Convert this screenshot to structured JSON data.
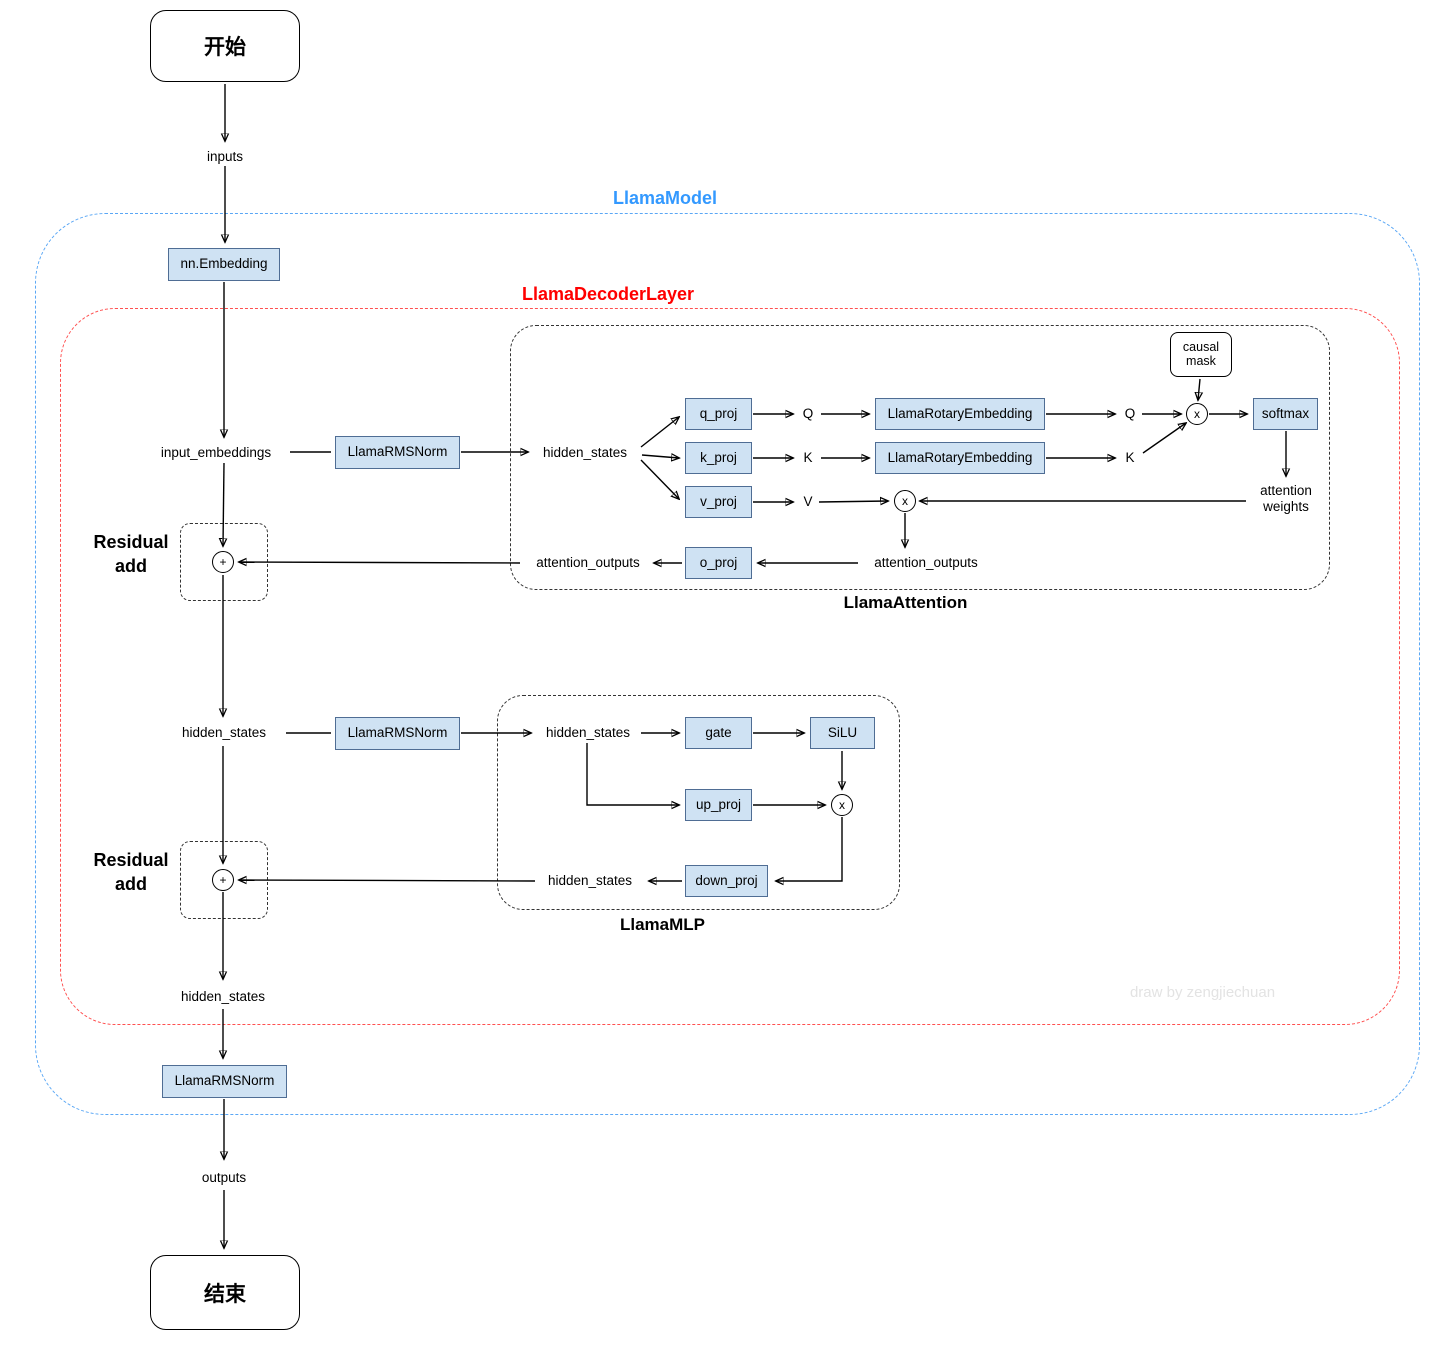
{
  "title": "Llama model architecture flowchart",
  "colors": {
    "node_fill": "#cfe2f3",
    "node_border": "#4f6d94",
    "llama_model_accent": "#3399ff",
    "decoder_layer_accent": "#ff0000",
    "inner_container_border": "#333333",
    "arrow": "#000000",
    "watermark": "#e3e3e3"
  },
  "terminals": {
    "start": "开始",
    "end": "结束"
  },
  "containers": {
    "llama_model": "LlamaModel",
    "llama_decoder_layer": "LlamaDecoderLayer",
    "llama_attention": "LlamaAttention",
    "llama_mlp": "LlamaMLP"
  },
  "blocks": {
    "embedding": "nn.Embedding",
    "rmsnorm_attn": "LlamaRMSNorm",
    "rmsnorm_mlp": "LlamaRMSNorm",
    "rmsnorm_final": "LlamaRMSNorm",
    "q_proj": "q_proj",
    "k_proj": "k_proj",
    "v_proj": "v_proj",
    "o_proj": "o_proj",
    "rotary_q": "LlamaRotaryEmbedding",
    "rotary_k": "LlamaRotaryEmbedding",
    "softmax": "softmax",
    "causal_mask_line1": "causal",
    "causal_mask_line2": "mask",
    "gate": "gate",
    "silu": "SiLU",
    "up_proj": "up_proj",
    "down_proj": "down_proj"
  },
  "flow_labels": {
    "inputs": "inputs",
    "input_embeddings": "input_embeddings",
    "hidden_states_attn": "hidden_states",
    "q1": "Q",
    "k1": "K",
    "v": "V",
    "q2": "Q",
    "k2": "K",
    "attention_weights_line1": "attention",
    "attention_weights_line2": "weights",
    "attention_outputs_inner": "attention_outputs",
    "attention_outputs_outer": "attention_outputs",
    "hidden_states_mid": "hidden_states",
    "hidden_states_mlp_in": "hidden_states",
    "hidden_states_mlp_out": "hidden_states",
    "hidden_states_final": "hidden_states",
    "outputs": "outputs"
  },
  "residual": {
    "label_line1": "Residual",
    "label_line2": "add",
    "plus": "+"
  },
  "operators": {
    "multiply": "x"
  },
  "watermark": "draw by zengjiechuan"
}
